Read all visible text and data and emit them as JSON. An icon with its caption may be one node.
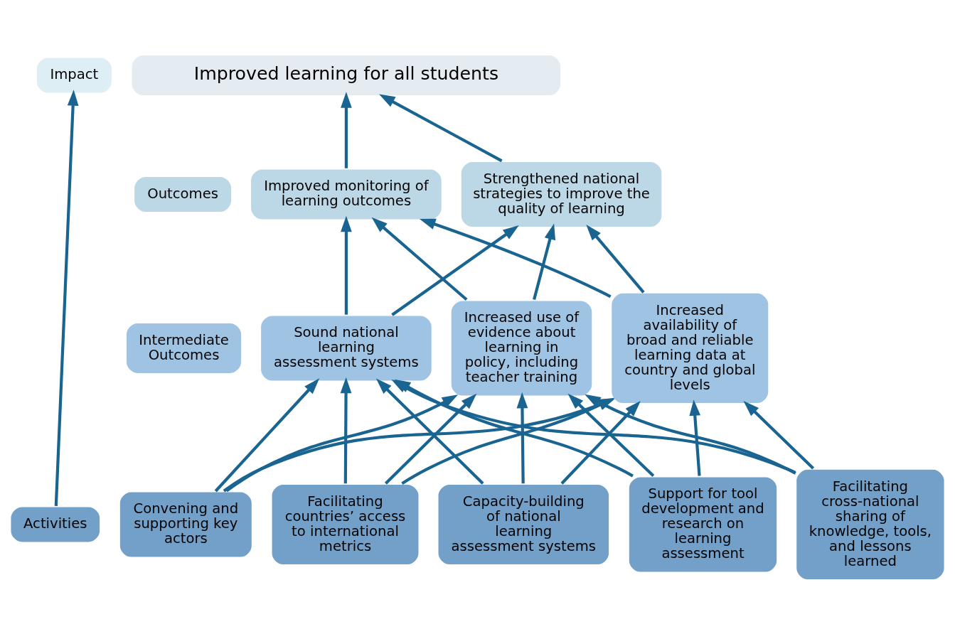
{
  "diagram": {
    "nodes": [
      {
        "text": [
          "Impact"
        ]
      },
      {
        "text": [
          "Outcomes"
        ]
      },
      {
        "text": [
          "Intermediate Outcomes"
        ]
      },
      {
        "text": [
          "Activities"
        ]
      },
      {
        "text": [
          "Improved learning for all students"
        ]
      },
      {
        "text": [
          "Improved monitoring of learning outcomes"
        ]
      },
      {
        "text": [
          "Strengthened national strategies to improve the quality of learning"
        ]
      },
      {
        "text": [
          "Sound national learning assessment systems"
        ]
      },
      {
        "text": [
          "Increased use of evidence about learning in policy, including teacher training"
        ]
      },
      {
        "text": [
          "Increased availability of broad and reliable learning data at country and global levels"
        ]
      },
      {
        "text": [
          "Convening and supporting key actors"
        ]
      },
      {
        "text": [
          "Facilitating countries’ access to international metrics"
        ]
      },
      {
        "text": [
          "Capacity-building of national learning assessment systems"
        ]
      },
      {
        "text": [
          "Support for tool development and research on learning assessment"
        ]
      },
      {
        "text": [
          "Facilitating cross-national sharing of knowledge, tools, and lessons learned"
        ]
      }
    ],
    "edges": [
      {
        "from": 3,
        "to": 0,
        "arrow": "to"
      },
      {
        "from": 10,
        "to": 7,
        "arrow": "to"
      },
      {
        "from": 10,
        "to": 8,
        "arrow": "to"
      },
      {
        "from": 10,
        "to": 9,
        "arrow": "to"
      },
      {
        "from": 11,
        "to": 7,
        "arrow": "to"
      },
      {
        "from": 11,
        "to": 8,
        "arrow": "to"
      },
      {
        "from": 11,
        "to": 9,
        "arrow": "to"
      },
      {
        "from": 12,
        "to": 7,
        "arrow": "to"
      },
      {
        "from": 12,
        "to": 8,
        "arrow": "to"
      },
      {
        "from": 12,
        "to": 9,
        "arrow": "to"
      },
      {
        "from": 13,
        "to": 7,
        "arrow": "to"
      },
      {
        "from": 13,
        "to": 8,
        "arrow": "to"
      },
      {
        "from": 13,
        "to": 9,
        "arrow": "to"
      },
      {
        "from": 14,
        "to": 7,
        "arrow": "to"
      },
      {
        "from": 14,
        "to": 8,
        "arrow": "to"
      },
      {
        "from": 14,
        "to": 9,
        "arrow": "to"
      },
      {
        "from": 7,
        "to": 5,
        "arrow": "to"
      },
      {
        "from": 7,
        "to": 6,
        "arrow": "to"
      },
      {
        "from": 8,
        "to": 5,
        "arrow": "to"
      },
      {
        "from": 8,
        "to": 6,
        "arrow": "to"
      },
      {
        "from": 9,
        "to": 5,
        "arrow": "to"
      },
      {
        "from": 9,
        "to": 6,
        "arrow": "to"
      },
      {
        "from": 5,
        "to": 4,
        "arrow": "to"
      },
      {
        "from": 6,
        "to": 4,
        "arrow": "to"
      }
    ]
  }
}
